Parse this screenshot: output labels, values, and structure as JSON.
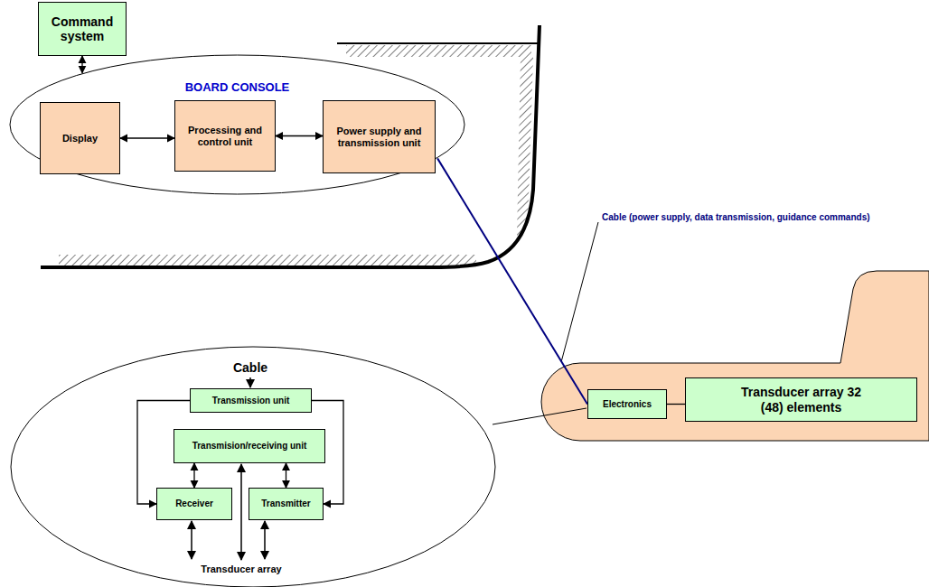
{
  "diagram": {
    "nodes": [
      {
        "text": [
          "Command system"
        ]
      },
      {
        "text": [
          "BOARD CONSOLE"
        ]
      },
      {
        "text": [
          "Display"
        ],
        "in": 1
      },
      {
        "text": [
          "Processing and control unit"
        ],
        "in": 1
      },
      {
        "text": [
          "Power supply and transmission unit"
        ],
        "in": 1
      },
      {
        "text": [
          "Electronics"
        ]
      },
      {
        "text": [
          "Transducer array 32 (48) elements"
        ]
      },
      {
        "text": [
          "Transmission unit"
        ]
      },
      {
        "text": [
          "Transmision/receiving unit"
        ]
      },
      {
        "text": [
          "Receiver"
        ]
      },
      {
        "text": [
          "Transmitter"
        ]
      }
    ],
    "edges": [
      {
        "from": 0,
        "to": 1,
        "arrow": "both"
      },
      {
        "from": 2,
        "to": 3,
        "arrow": "both"
      },
      {
        "from": 3,
        "to": 4,
        "arrow": "both"
      },
      {
        "from": 1,
        "to": 5,
        "arrow": "none"
      },
      {
        "from": 5,
        "to": 6,
        "arrow": "none"
      },
      {
        "from": 7,
        "to": 9,
        "arrow": "to"
      },
      {
        "from": 7,
        "to": 10,
        "arrow": "to"
      },
      {
        "from": 8,
        "to": 9,
        "arrow": "both"
      },
      {
        "from": 8,
        "to": 10,
        "arrow": "both"
      }
    ],
    "labels": [
      "Cable (power supply, data transmission, guidance commands)",
      "Cable",
      "Transducer array"
    ]
  }
}
